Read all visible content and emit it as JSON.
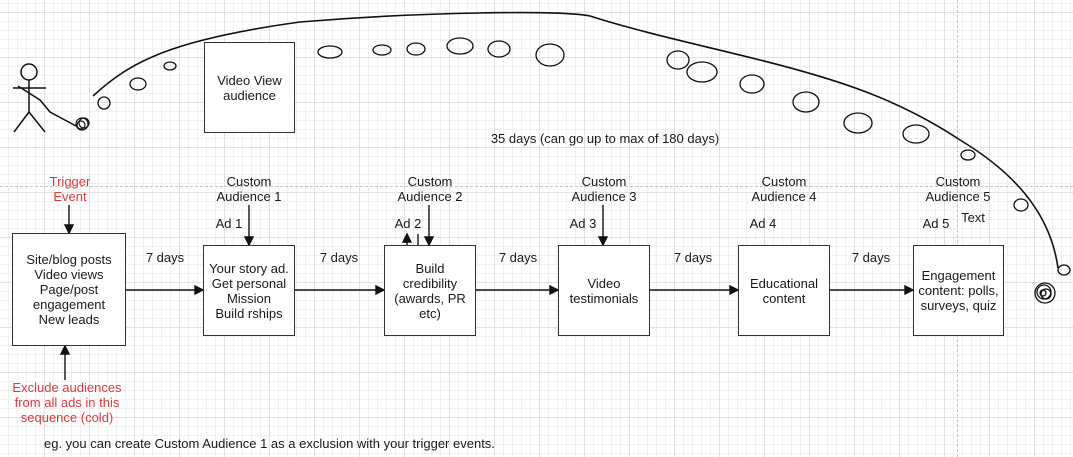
{
  "diagram": {
    "video_view_box": "Video View\naudience",
    "duration_note": "35 days (can go up to max of 180 days)",
    "trigger_label": "Trigger\nEvent",
    "trigger_box": "Site/blog posts\nVideo views\nPage/post\nengagement\nNew leads",
    "exclude_note": "Exclude audiences\nfrom all ads in this\nsequence (cold)",
    "footnote": "eg. you can create Custom Audience 1 as a exclusion with your trigger events.",
    "stray_text": "Text",
    "interval_label": "7 days",
    "stages": [
      {
        "audience": "Custom\nAudience 1",
        "ad": "Ad 1",
        "content": "Your story ad.\nGet personal\nMission\nBuild rships"
      },
      {
        "audience": "Custom\nAudience 2",
        "ad": "Ad 2",
        "content": "Build\ncredibility\n(awards, PR\netc)"
      },
      {
        "audience": "Custom\nAudience 3",
        "ad": "Ad 3",
        "content": "Video\ntestimonials"
      },
      {
        "audience": "Custom\nAudience 4",
        "ad": "Ad 4",
        "content": "Educational\ncontent"
      },
      {
        "audience": "Custom\nAudience 5",
        "ad": "Ad 5",
        "content": "Engagement\ncontent: polls,\nsurveys, quiz"
      }
    ],
    "accent_color": "#e0393e"
  }
}
